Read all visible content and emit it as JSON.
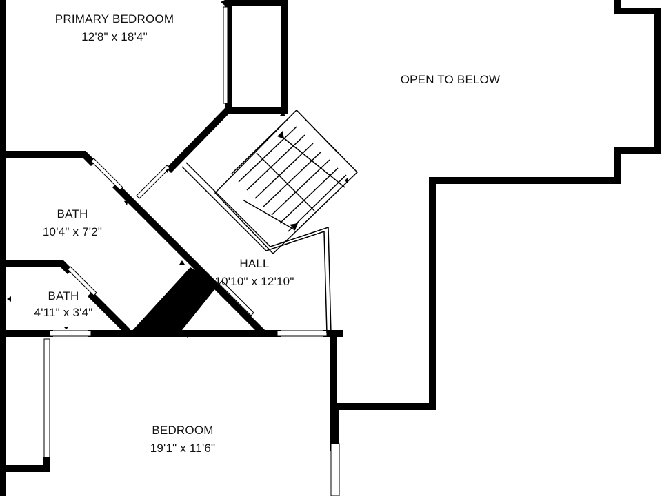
{
  "rooms": {
    "primary_bedroom": {
      "name": "PRIMARY BEDROOM",
      "dimensions": "12'8\" x 18'4\""
    },
    "open_to_below": {
      "name": "OPEN TO BELOW"
    },
    "bath_1": {
      "name": "BATH",
      "dimensions": "10'4\" x 7'2\""
    },
    "hall": {
      "name": "HALL",
      "dimensions": "10'10\" x 12'10\""
    },
    "bath_2": {
      "name": "BATH",
      "dimensions": "4'11\" x 3'4\""
    },
    "bedroom": {
      "name": "BEDROOM",
      "dimensions": "19'1\" x 11'6\""
    }
  },
  "colors": {
    "wall": "#000000",
    "background": "#ffffff"
  }
}
